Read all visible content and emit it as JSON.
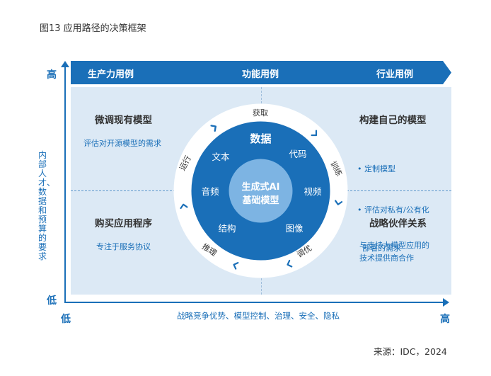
{
  "figure_title": "图13 应用路径的决策框架",
  "source": "来源：IDC，2024",
  "axes": {
    "y_high": "高",
    "y_low": "低",
    "y_label": "内部人才、数据和预算的要求",
    "x_low": "低",
    "x_high": "高",
    "x_label": "战略竞争优势、模型控制、治理、安全、隐私"
  },
  "banner": {
    "left": "生产力用例",
    "middle": "功能用例",
    "right": "行业用例"
  },
  "quadrants": {
    "top_left": {
      "title": "微调现有模型",
      "lines": [
        "评估对开源模型的需求"
      ]
    },
    "top_right": {
      "title": "构建自己的模型",
      "lines": [
        "• 定制模型",
        "• 评估对私有/公有化",
        "  部署的需求"
      ]
    },
    "bottom_left": {
      "title": "购买应用程序",
      "lines": [
        "专注于服务协议"
      ]
    },
    "bottom_right": {
      "title": "战略伙伴关系",
      "lines": [
        "与支持大模型应用的",
        "技术提供商合作"
      ]
    }
  },
  "circle": {
    "center_line1": "生成式AI",
    "center_line2": "基础模型",
    "top": "数据",
    "items": [
      "文本",
      "代码",
      "音频",
      "视频",
      "结构",
      "图像"
    ],
    "ring": [
      "获取",
      "训练",
      "调优",
      "推理",
      "运行"
    ]
  },
  "colors": {
    "primary": "#1a6fb8",
    "panel": "#dce9f5",
    "center": "#7db4e3"
  }
}
